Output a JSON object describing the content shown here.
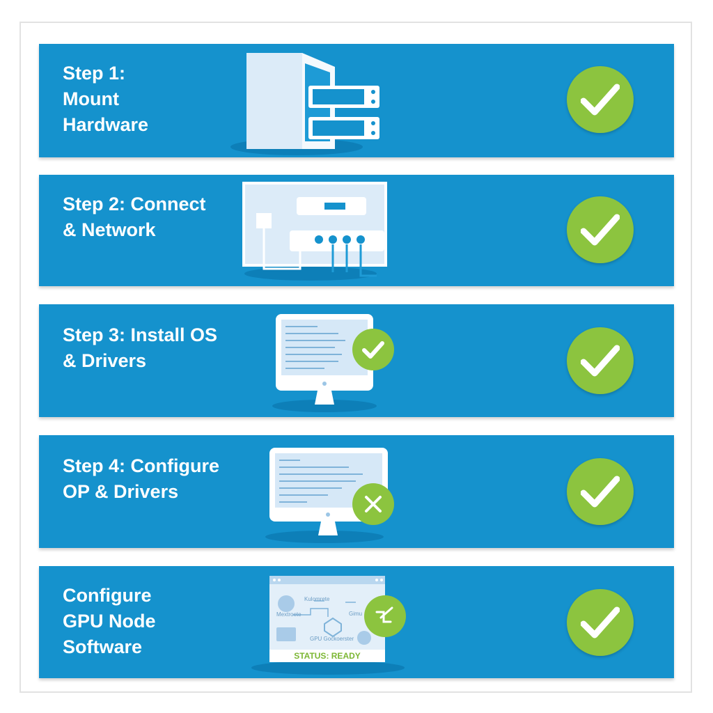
{
  "colors": {
    "panel": "#1592cd",
    "check": "#8cc43f",
    "screen": "#d6e8f7"
  },
  "steps": [
    {
      "title": "Step 1:\nMount\nHardware",
      "status_icon": "check-icon"
    },
    {
      "title": "Step 2: Connect\n& Network",
      "status_icon": "check-icon"
    },
    {
      "title": "Step 3: Install OS\n& Drivers",
      "status_icon": "check-icon",
      "badge_icon": "check-icon"
    },
    {
      "title": "Step 4: Configure\nOP & Drivers",
      "status_icon": "check-icon",
      "badge_icon": "x-icon"
    },
    {
      "title": "Configure\nGPU Node\nSoftware",
      "status_icon": "check-icon",
      "badge_icon": "edit-icon",
      "screen": {
        "labels": [
          "Kulomrete",
          "Mextroete",
          "Gimu",
          "GPU Gockoerster"
        ],
        "status": "STATUS: READY"
      }
    }
  ]
}
